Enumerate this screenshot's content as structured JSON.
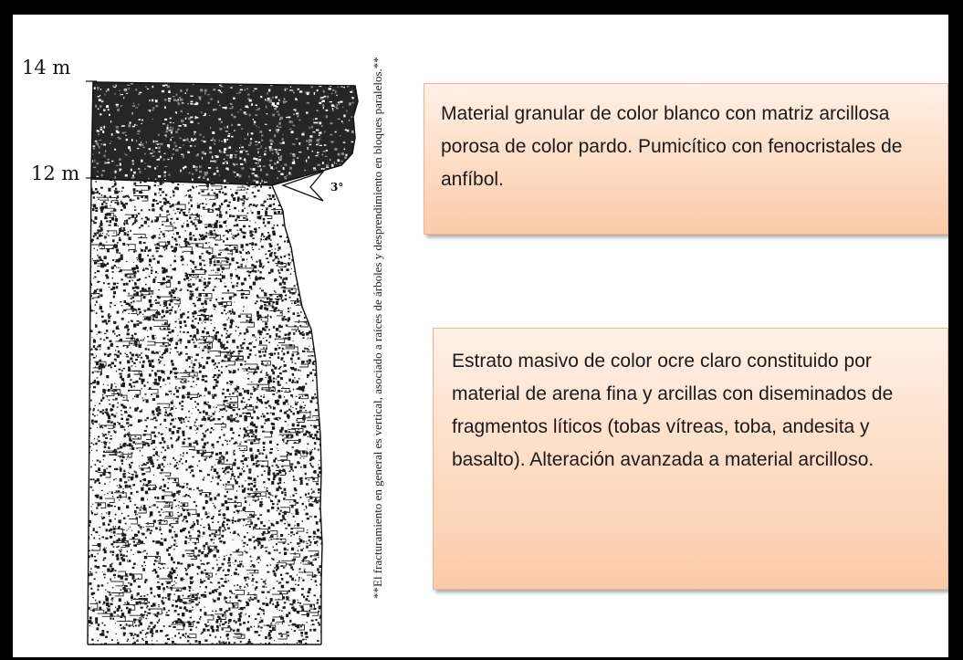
{
  "column": {
    "top_label": "14 m",
    "contact_label": "12 m",
    "dip_label": "3°",
    "fracture_note": "**El fracturamiento en general es vertical, asociado a raíces de árboles y desprendimiento en bloques paralelos.**"
  },
  "units": [
    {
      "name": "upper_unit",
      "pattern": "dense-dark",
      "description": "Material granular de color blanco con matriz arcillosa porosa de color pardo. Pumicítico con fenocristales de anfíbol."
    },
    {
      "name": "lower_unit",
      "pattern": "speckled",
      "description": "Estrato masivo de color ocre claro constituido por material de arena fina y arcillas con diseminados de fragmentos líticos (tobas vítreas, toba, andesita y basalto). Alteración avanzada a material arcilloso."
    }
  ],
  "colors": {
    "callout_fill_top": "#fff0e6",
    "callout_fill_bottom": "#fbcba8",
    "ink": "#111111"
  }
}
